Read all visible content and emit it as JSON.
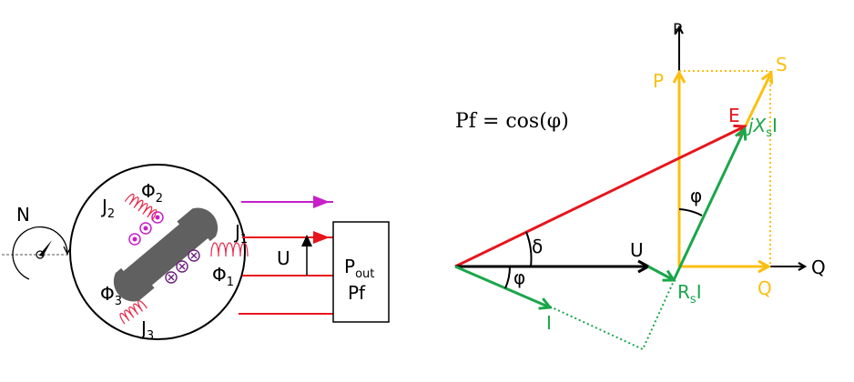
{
  "diagram": {
    "title": "Synchronous generator and phasor diagram",
    "colors": {
      "black": "#000000",
      "red": "#e8141c",
      "green": "#1aa64a",
      "yellow": "#fbbf10",
      "magenta": "#c81fc8",
      "purple": "#6b1f7a",
      "rotor": "#606060",
      "coil": "#e8284a"
    },
    "machine": {
      "speed_label": "N",
      "winding_1": {
        "current": "J",
        "current_sub": "1",
        "flux": "Φ",
        "flux_sub": "1"
      },
      "winding_2": {
        "current": "J",
        "current_sub": "2",
        "flux": "Φ",
        "flux_sub": "2"
      },
      "winding_3": {
        "current": "J",
        "current_sub": "3",
        "flux": "Φ",
        "flux_sub": "3"
      },
      "voltage_label": "U",
      "load_box": {
        "line1": "P",
        "line1_sub": "out",
        "line2": "Pf"
      }
    },
    "phasor": {
      "formula": "Pf = cos(φ)",
      "axis_p": "P",
      "axis_q": "Q",
      "labels": {
        "U": "U",
        "E": "E",
        "I": "I",
        "RsI": {
          "main": "R",
          "sub": "s",
          "tail": "I"
        },
        "jXsI": {
          "main": "jX",
          "sub": "s",
          "tail": "I"
        },
        "P": "P",
        "Q": "Q",
        "S": "S",
        "delta": "δ",
        "phi_origin": "φ",
        "phi_top": "φ"
      }
    }
  }
}
